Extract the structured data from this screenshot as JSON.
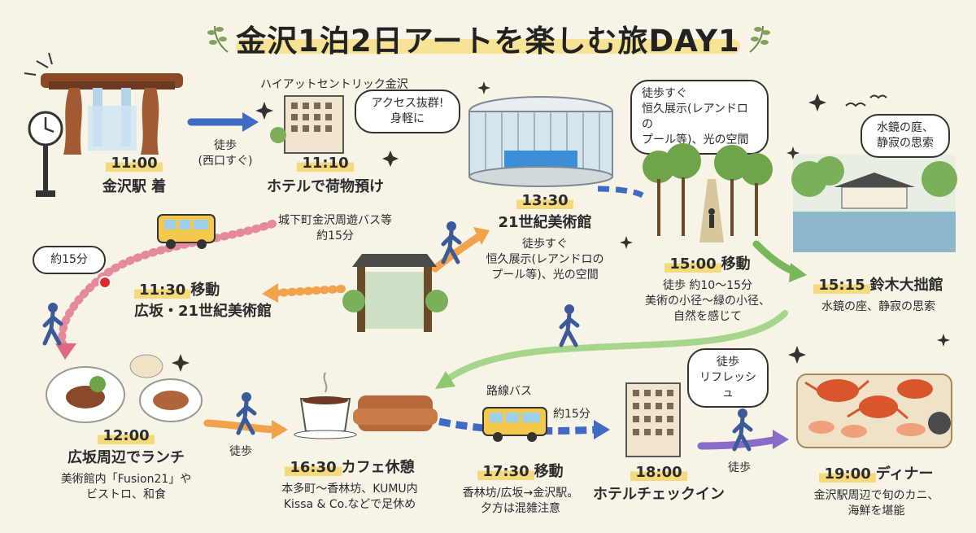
{
  "title": "金沢1泊2日アートを楽しむ旅DAY1",
  "stops": [
    {
      "id": "s1",
      "time": "11:00",
      "label": "金沢駅 着"
    },
    {
      "id": "s2",
      "time": "11:10",
      "label": "ホテルで荷物預け",
      "caption": "ハイアットセントリック金沢",
      "bubble": "アクセス抜群!\n身軽に"
    },
    {
      "id": "s3",
      "time": "13:30",
      "label": "21世紀美術館",
      "note": "徒歩すぐ\n恒久展示(レアンドロの\nプール等)、光の空間"
    },
    {
      "id": "s4",
      "time": "11:30",
      "label": "移動\n広坂・21世紀美術館"
    },
    {
      "id": "s5",
      "time": "15:00",
      "label": "移動",
      "note": "徒歩 約10〜15分\n美術の小径〜緑の小径、\n自然を感じて"
    },
    {
      "id": "s6",
      "time": "15:15",
      "label": "鈴木大拙館",
      "note": "水鏡の座、静寂の思索",
      "bubble": "水鏡の庭、\n静寂の思索"
    },
    {
      "id": "s7",
      "time": "12:00",
      "label": "広坂周辺でランチ",
      "note": "美術館内「Fusion21」や\nビストロ、和食"
    },
    {
      "id": "s8",
      "time": "16:30",
      "label": "カフェ休憩",
      "note": "本多町〜香林坊、KUMU内\nKissa & Co.などで足休め"
    },
    {
      "id": "s9",
      "time": "17:30",
      "label": "移動",
      "note": "香林坊/広坂→金沢駅。\n夕方は混雑注意"
    },
    {
      "id": "s10",
      "time": "18:00",
      "label": "ホテルチェックイン"
    },
    {
      "id": "s11",
      "time": "19:00",
      "label": "ディナー",
      "note": "金沢駅周辺で旬のカニ、\n海鮮を堪能"
    }
  ],
  "transits": {
    "t1": "徒歩\n(西口すぐ)",
    "t2": "城下町金沢周遊バス等\n約15分",
    "t3": "約15分",
    "t4": "徒歩",
    "t5": "路線バス",
    "t6": "約15分",
    "t7": "徒歩",
    "t8": "徒歩\nリフレッシュ",
    "t9": "徒歩すぐ\n恒久展示(レアンドロの\nプール等)、光の空間"
  },
  "colors": {
    "bg": "#f7f3e6",
    "highlight": "#f6d97a",
    "blue": "#3f6bc4",
    "pink": "#e0677d",
    "orange": "#f2a24a",
    "green": "#79b85a",
    "purple": "#8a6cc8"
  },
  "icons": [
    "tsuzumi-gate-icon",
    "clock-icon",
    "hotel-icon",
    "museum-icon",
    "gate-icon",
    "forest-icon",
    "pavilion-icon",
    "bus-icon",
    "walker-icon",
    "lunch-icon",
    "cafe-icon",
    "hotel-icon",
    "seafood-icon",
    "sparkle-icon",
    "bird-icon"
  ]
}
